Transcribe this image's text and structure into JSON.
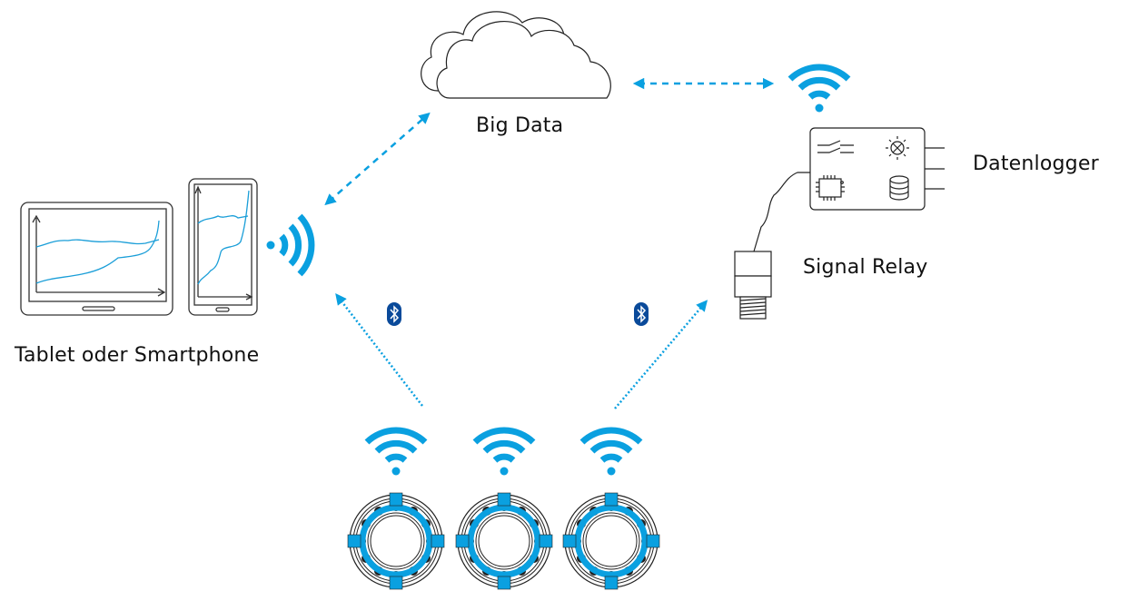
{
  "labels": {
    "cloud": "Big Data",
    "datalogger": "Datenlogger",
    "relay": "Signal Relay",
    "devices": "Tablet oder Smartphone"
  },
  "colors": {
    "accent": "#0aa0e0",
    "bluetooth": "#0a4a9a",
    "stroke": "#222222"
  },
  "icons": {
    "cloud": "cloud-icon",
    "wifi": "wifi-icon",
    "bluetooth": "bluetooth-icon",
    "bearing": "bearing-sensor-icon",
    "datalogger": "datalogger-box-icon",
    "relay": "signal-relay-icon",
    "tablet": "tablet-icon",
    "smartphone": "smartphone-icon"
  },
  "connections": [
    {
      "from": "devices",
      "to": "cloud",
      "style": "dashed",
      "direction": "bidirectional"
    },
    {
      "from": "cloud",
      "to": "datalogger",
      "style": "dashed",
      "direction": "bidirectional"
    },
    {
      "from": "sensors",
      "to": "devices",
      "style": "dotted",
      "direction": "one-way",
      "protocol": "bluetooth"
    },
    {
      "from": "sensors",
      "to": "relay",
      "style": "dotted",
      "direction": "one-way",
      "protocol": "bluetooth"
    }
  ],
  "sensors": [
    {
      "name": "bearing-sensor-1"
    },
    {
      "name": "bearing-sensor-2"
    },
    {
      "name": "bearing-sensor-3"
    }
  ]
}
